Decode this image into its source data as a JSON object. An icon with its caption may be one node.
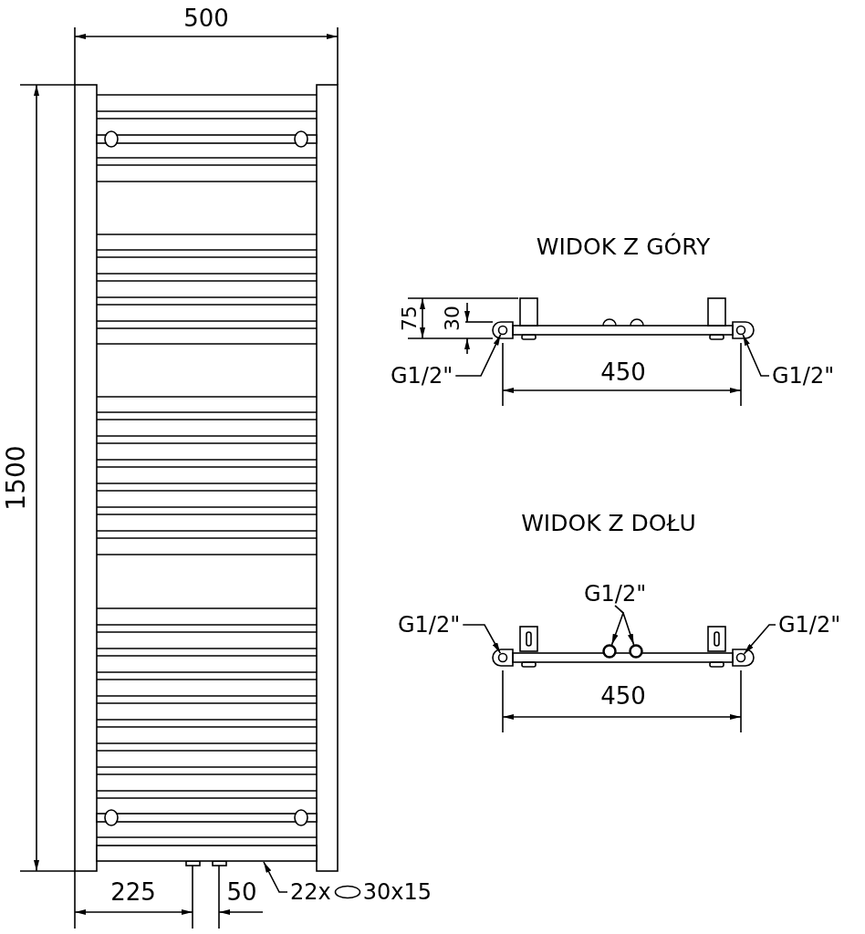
{
  "diagram": {
    "nodes": [
      {
        "text": [
          "22x",
          "30x15"
        ]
      },
      {
        "text": [],
        "shape": "bar"
      },
      {
        "text": [
          "G1/2\""
        ]
      },
      {
        "text": [],
        "shape": "circle"
      },
      {
        "text": [
          "G1/2\""
        ]
      },
      {
        "text": [],
        "shape": "circle"
      },
      {
        "text": [
          "G1/2\""
        ]
      },
      {
        "text": [],
        "shape": "circle"
      },
      {
        "text": [
          "G1/2\""
        ]
      },
      {
        "text": [],
        "shape": "circle"
      },
      {
        "text": [],
        "shape": "circle"
      },
      {
        "text": [
          "G1/2\""
        ]
      },
      {
        "text": [],
        "shape": "circle"
      }
    ],
    "edges": [
      {
        "from": 0,
        "to": 1,
        "arrow": "to"
      },
      {
        "from": 2,
        "to": 3,
        "arrow": "to"
      },
      {
        "from": 4,
        "to": 5,
        "arrow": "to"
      },
      {
        "from": 6,
        "to": 7,
        "arrow": "to"
      },
      {
        "from": 8,
        "to": 9,
        "arrow": "to"
      },
      {
        "from": 8,
        "to": 10,
        "arrow": "to"
      },
      {
        "from": 11,
        "to": 12,
        "arrow": "to"
      }
    ],
    "labels": [
      "500",
      "1500",
      "WIDOK Z GÓRY",
      "75",
      "30",
      "450",
      "WIDOK Z DOŁU",
      "450",
      "225",
      "50"
    ]
  }
}
